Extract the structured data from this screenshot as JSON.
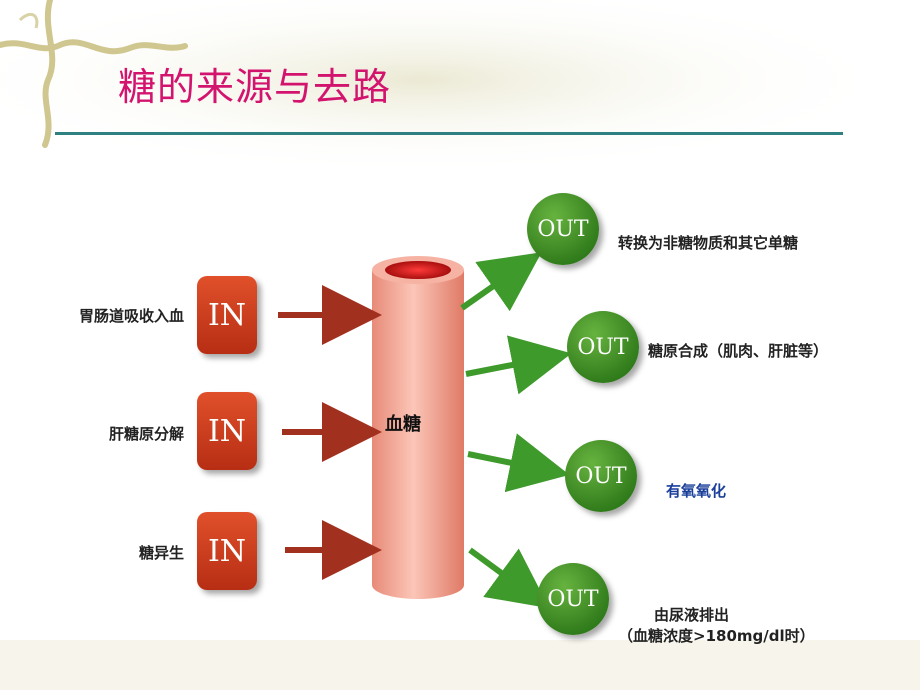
{
  "title": "糖的来源与去路",
  "colors": {
    "title": "#d3146f",
    "rule": "#2f8080",
    "in_box": "#c93a1e",
    "out_circle": "#3b8a22",
    "in_arrow": "#a2301f",
    "out_arrow": "#3f9a2c",
    "tube": "#f2a08f",
    "tube_top": "#cc1a1a",
    "blue_text": "#1a3f9a"
  },
  "inputs": [
    {
      "label": "胃肠道吸收入血",
      "box": "IN"
    },
    {
      "label": "肝糖原分解",
      "box": "IN"
    },
    {
      "label": "糖异生",
      "box": "IN"
    }
  ],
  "center": {
    "label": "血糖"
  },
  "outputs": [
    {
      "box": "OUT",
      "label": "转换为非糖物质和其它单糖"
    },
    {
      "box": "OUT",
      "label": "糖原合成（肌肉、肝脏等）"
    },
    {
      "box": "OUT",
      "label": "有氧氧化"
    },
    {
      "box": "OUT",
      "label": "由尿液排出",
      "label2": "（血糖浓度>180mg/dl时）"
    }
  ]
}
